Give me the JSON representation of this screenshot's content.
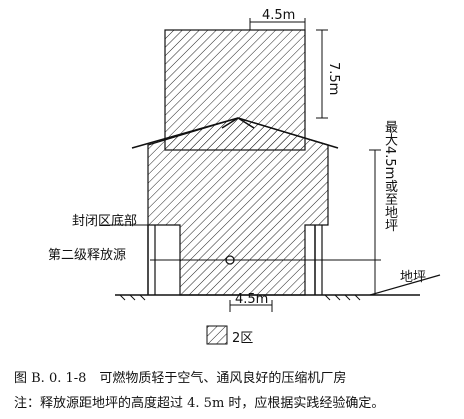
{
  "dimensions": {
    "top_width": "4.5m",
    "top_height": "7.5m",
    "bottom_width": "4.5m",
    "height_right": "最大4.5m或至地坪"
  },
  "labels": {
    "enclosed_bottom": "封闭区底部",
    "secondary_source": "第二级释放源",
    "ground": "地坪"
  },
  "legend": {
    "zone_label": "2区"
  },
  "caption": {
    "title": "图 B. 0. 1-8　可燃物质轻于空气、通风良好的压缩机厂房",
    "note": "注：释放源距地坪的高度超过 4. 5m 时，应根据实践经验确定。"
  }
}
